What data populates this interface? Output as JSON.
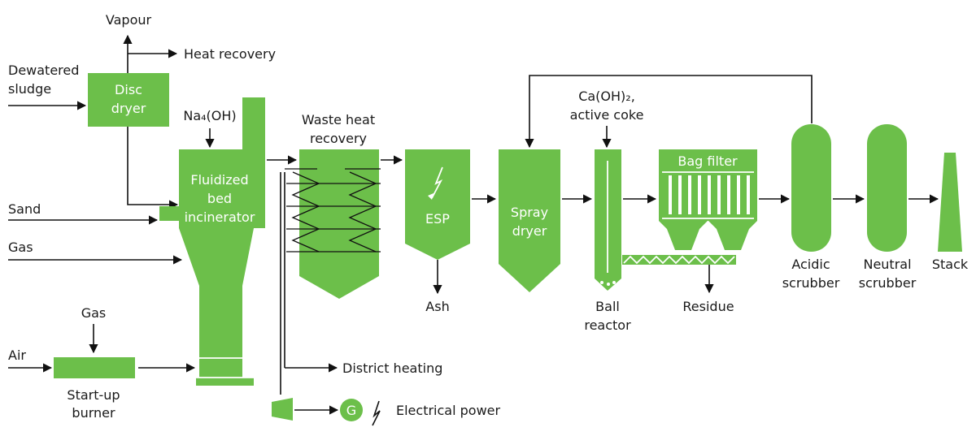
{
  "colors": {
    "equipment": "#6cbf4a",
    "line": "#111111",
    "text": "#1a1a1a",
    "inner_text": "#ffffff"
  },
  "labels": {
    "vapour": "Vapour",
    "heat_recovery": "Heat recovery",
    "dewatered_sludge": [
      "Dewatered",
      "sludge"
    ],
    "disc_dryer": [
      "Disc",
      "dryer"
    ],
    "naoh": "Na₄(OH)",
    "fluidized_bed": [
      "Fluidized",
      "bed",
      "incinerator"
    ],
    "sand": "Sand",
    "gas_main": "Gas",
    "gas_burner": "Gas",
    "air": "Air",
    "startup_burner": [
      "Start-up",
      "burner"
    ],
    "waste_heat_recovery": [
      "Waste heat",
      "recovery"
    ],
    "district_heating": "District heating",
    "generator": "G",
    "electrical_power": "Electrical power",
    "esp": "ESP",
    "ash": "Ash",
    "spray_dryer": [
      "Spray",
      "dryer"
    ],
    "caoh_coke": [
      "Ca(OH)₂,",
      "active coke"
    ],
    "ball_reactor": [
      "Ball",
      "reactor"
    ],
    "bag_filter": "Bag filter",
    "residue": "Residue",
    "acidic_scrubber": [
      "Acidic",
      "scrubber"
    ],
    "neutral_scrubber": [
      "Neutral",
      "scrubber"
    ],
    "stack": "Stack"
  }
}
